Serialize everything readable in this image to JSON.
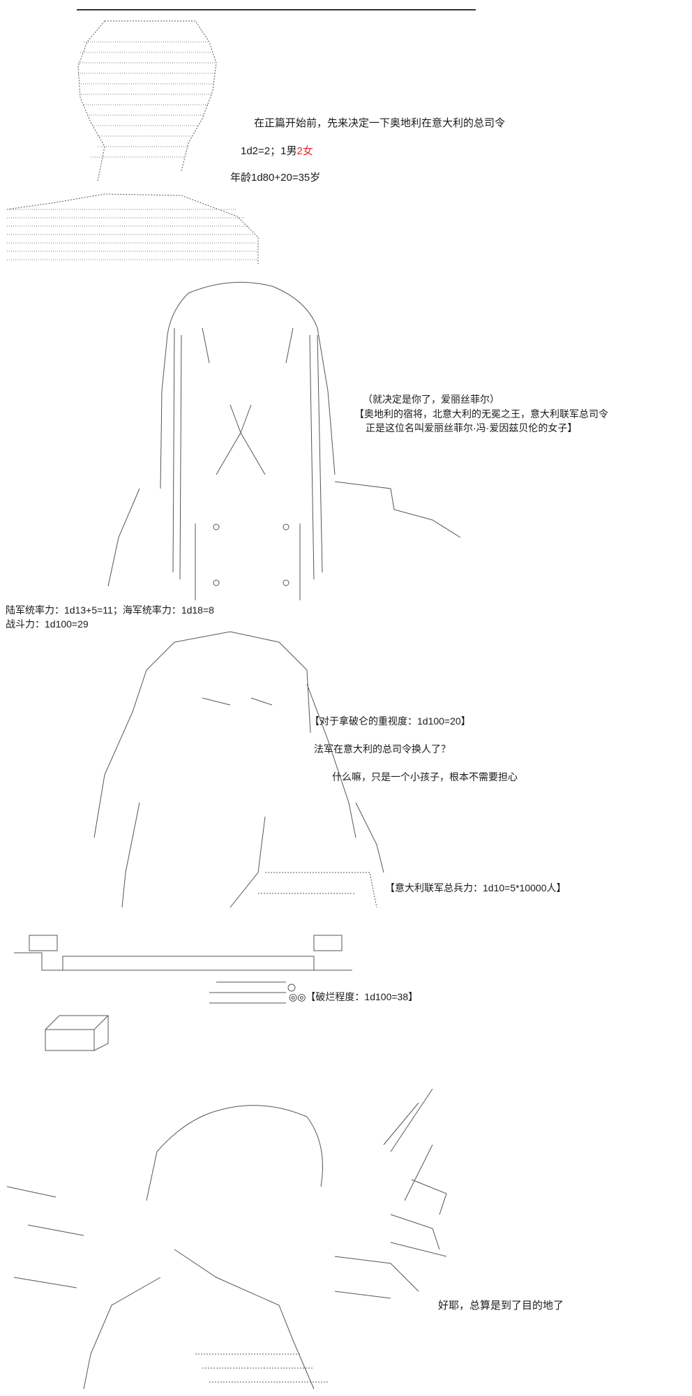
{
  "caption_1": {
    "line1": "在正篇开始前，先来决定一下奥地利在意大利的总司令",
    "roll_prefix": "1d2=2；1男",
    "roll_highlight": "2女",
    "roll_color": "#e8282d",
    "age": "年龄1d80+20=35岁"
  },
  "caption_2": {
    "line1": "（就决定是你了，爱丽丝菲尔）",
    "line2": "【奥地利的宿将，北意大利的无冕之王，意大利联军总司令",
    "line3": "正是这位名叫爱丽丝菲尔·冯·爱因兹贝伦的女子】"
  },
  "stats": {
    "command": "陆军统率力：1d13+5=11；海军统率力：1d18=8",
    "combat": "战斗力：1d100=29"
  },
  "caption_3": {
    "line1": "【对于拿破仑的重视度：1d100=20】",
    "line2": "法军在意大利的总司令换人了？",
    "line3": "什么嘛，只是一个小孩子，根本不需要担心"
  },
  "caption_4": "【意大利联军总兵力：1d10=5*10000人】",
  "caption_5": "◎◎【破烂程度：1d100=38】",
  "caption_6": "好耶，总算是到了目的地了"
}
